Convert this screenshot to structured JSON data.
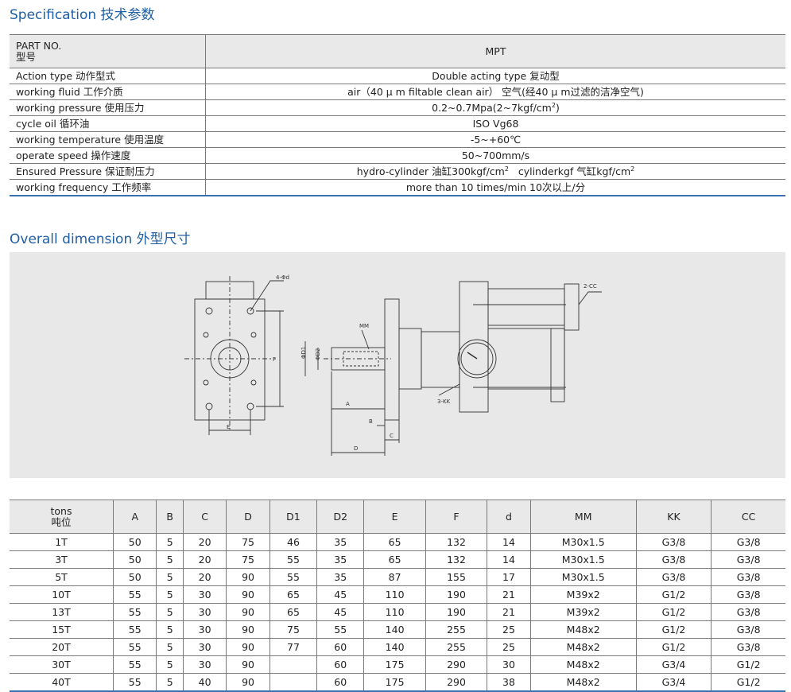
{
  "headings": {
    "spec": "Specification 技术参数",
    "dimension": "Overall dimension 外型尺寸"
  },
  "spec_table": {
    "header_label_line1": "PART NO.",
    "header_label_line2": "型号",
    "header_value": "MPT",
    "rows": [
      {
        "label": "Action type 动作型式",
        "value": "Double acting type 复动型"
      },
      {
        "label": "working fluid 工作介质",
        "value": "air（40 μ m filtable clean air） 空气(经40 μ m过滤的洁净空气)"
      },
      {
        "label": "working pressure 使用压力",
        "value_pre": "0.2~0.7Mpa(2~7kgf/cm",
        "value_sup": "2",
        "value_post": ")"
      },
      {
        "label": "cycle oil 循环油",
        "value": "ISO Vg68"
      },
      {
        "label": "working temperature 使用温度",
        "value": "-5~+60℃"
      },
      {
        "label": "operate speed 操作速度",
        "value": "50~700mm/s"
      },
      {
        "label": "Ensured Pressure 保证耐压力",
        "value_pre": "hydro-cylinder 油缸300kgf/cm",
        "value_sup": "2",
        "value_post": "   cylinderkgf 气缸kgf/cm",
        "value_sup2": "2"
      },
      {
        "label": "working frequency 工作频率",
        "value": "more than 10 times/min 10次以上/分"
      }
    ]
  },
  "drawing_labels": {
    "d4": "4-Φd",
    "f": "F",
    "e": "E",
    "mm": "MM",
    "d1": "ΦD1",
    "d2": "ΦD2",
    "a": "A",
    "b": "B",
    "c": "C",
    "d": "D",
    "kk": "3-KK",
    "cc": "2-CC"
  },
  "dim_table": {
    "header_tons_line1": "tons",
    "header_tons_line2": "吨位",
    "columns": [
      "A",
      "B",
      "C",
      "D",
      "D1",
      "D2",
      "E",
      "F",
      "d",
      "MM",
      "KK",
      "CC"
    ],
    "rows": [
      [
        "1T",
        "50",
        "5",
        "20",
        "75",
        "46",
        "35",
        "65",
        "132",
        "14",
        "M30x1.5",
        "G3/8",
        "G3/8"
      ],
      [
        "3T",
        "50",
        "5",
        "20",
        "75",
        "55",
        "35",
        "65",
        "132",
        "14",
        "M30x1.5",
        "G3/8",
        "G3/8"
      ],
      [
        "5T",
        "50",
        "5",
        "20",
        "90",
        "55",
        "35",
        "87",
        "155",
        "17",
        "M30x1.5",
        "G3/8",
        "G3/8"
      ],
      [
        "10T",
        "55",
        "5",
        "30",
        "90",
        "65",
        "45",
        "110",
        "190",
        "21",
        "M39x2",
        "G1/2",
        "G3/8"
      ],
      [
        "13T",
        "55",
        "5",
        "30",
        "90",
        "65",
        "45",
        "110",
        "190",
        "21",
        "M39x2",
        "G1/2",
        "G3/8"
      ],
      [
        "15T",
        "55",
        "5",
        "30",
        "90",
        "75",
        "55",
        "140",
        "255",
        "25",
        "M48x2",
        "G1/2",
        "G3/8"
      ],
      [
        "20T",
        "55",
        "5",
        "30",
        "90",
        "77",
        "60",
        "140",
        "255",
        "25",
        "M48x2",
        "G1/2",
        "G3/8"
      ],
      [
        "30T",
        "55",
        "5",
        "30",
        "90",
        "",
        "60",
        "175",
        "290",
        "30",
        "M48x2",
        "G3/4",
        "G1/2"
      ],
      [
        "40T",
        "55",
        "5",
        "40",
        "90",
        "",
        "60",
        "175",
        "290",
        "38",
        "M48x2",
        "G3/4",
        "G1/2"
      ]
    ]
  }
}
